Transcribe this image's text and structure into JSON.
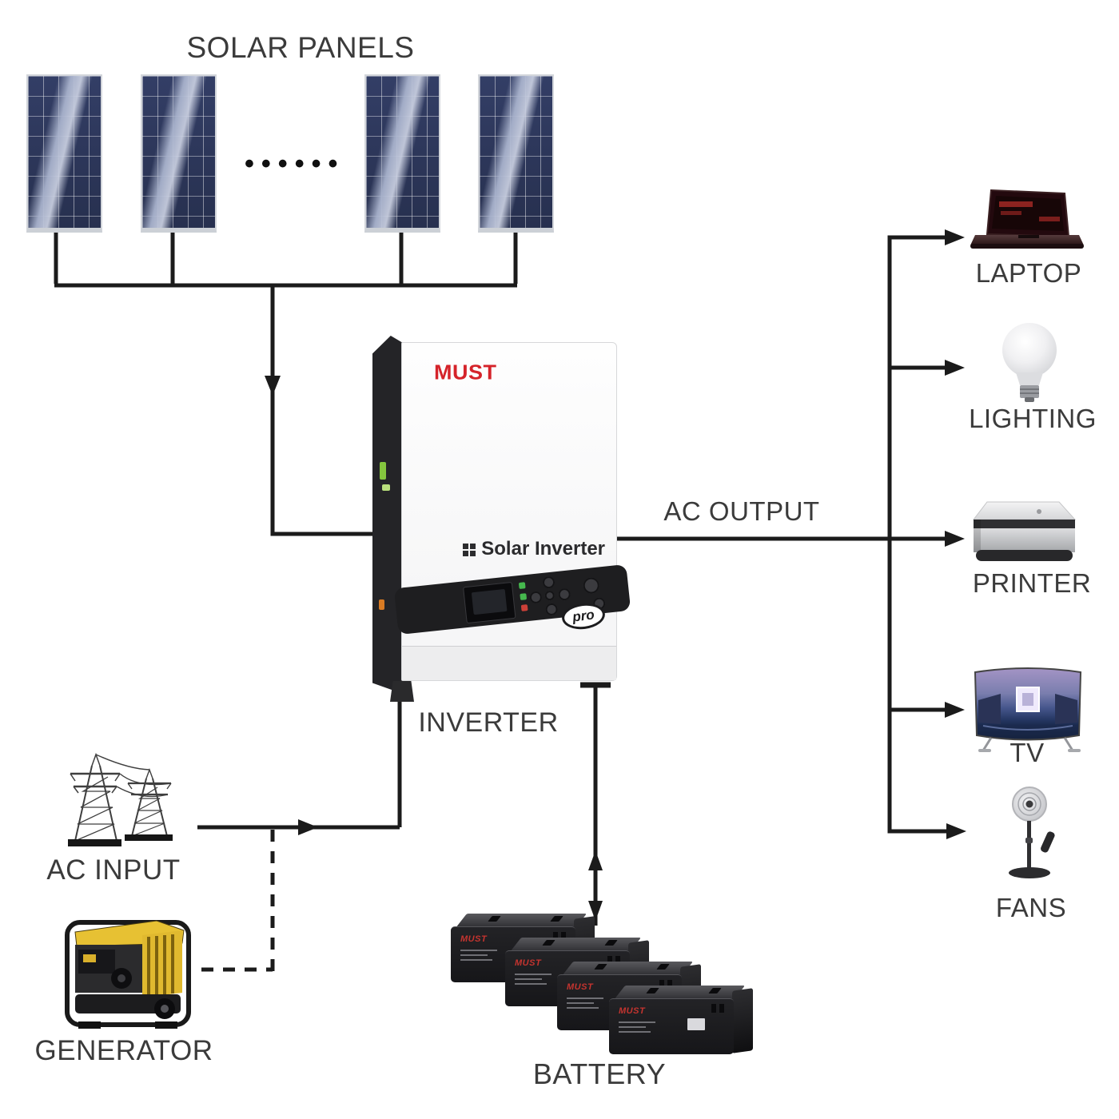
{
  "diagram": {
    "title": "SOLAR PANELS",
    "dots": "••••••",
    "inverter": {
      "label": "INVERTER",
      "brand": "MUST",
      "product": "Solar Inverter",
      "badge": "pro"
    },
    "ac_output_label": "AC OUTPUT",
    "ac_input_label": "AC INPUT",
    "generator_label": "GENERATOR",
    "battery": {
      "label": "BATTERY",
      "unit_brand": "MUST",
      "unit_count": 4
    },
    "outputs": [
      {
        "id": "laptop",
        "label": "LAPTOP"
      },
      {
        "id": "lighting",
        "label": "LIGHTING"
      },
      {
        "id": "printer",
        "label": "PRINTER"
      },
      {
        "id": "tv",
        "label": "TV"
      },
      {
        "id": "fans",
        "label": "FANS"
      }
    ],
    "colors": {
      "line": "#1b1b1b",
      "text": "#3b3b3b",
      "brand_red": "#d5232a",
      "panel_blue": "#2c3760",
      "generator_yellow": "#e7c133",
      "led_green": "#46b94e",
      "led_red": "#cc4038"
    }
  }
}
